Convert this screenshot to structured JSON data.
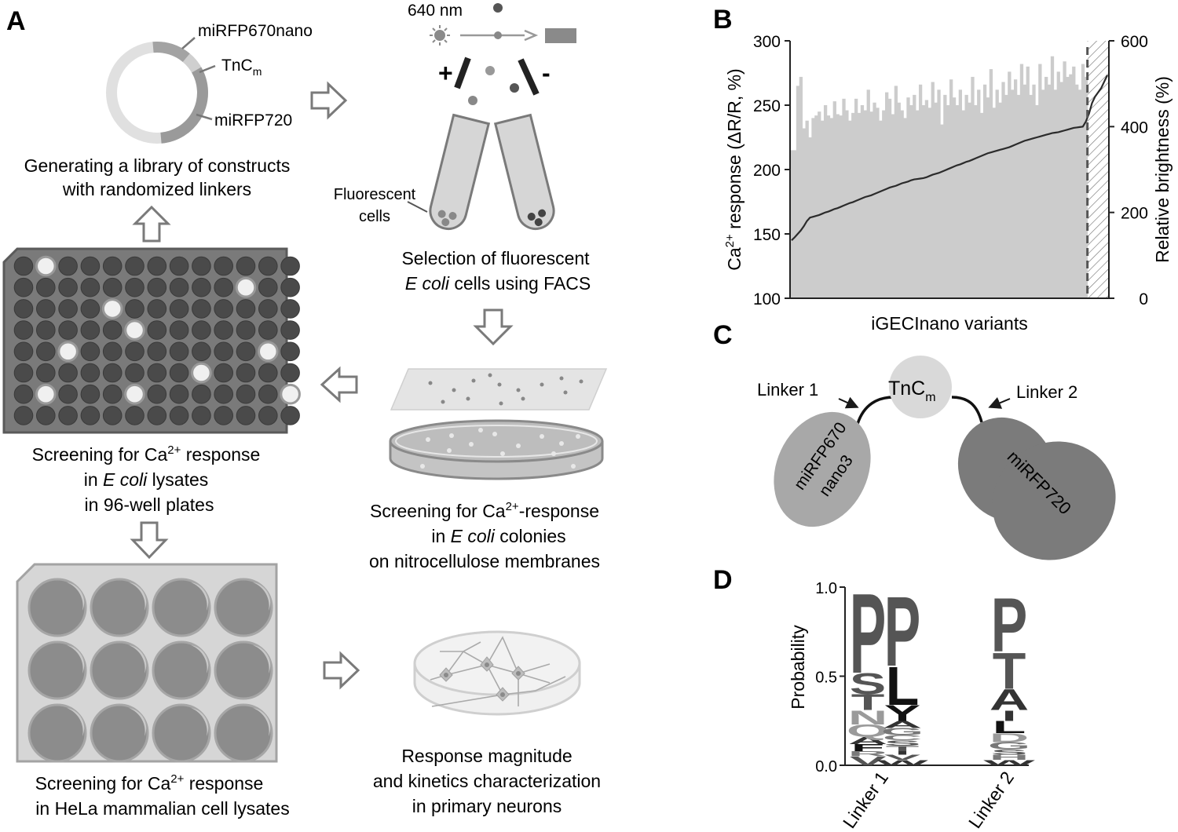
{
  "panel_letters": {
    "a": "A",
    "b": "B",
    "c": "C",
    "d": "D"
  },
  "colors": {
    "dark": "#6b6b6b",
    "mid": "#9e9e9e",
    "light": "#cfcfcf",
    "pale": "#e6e6e6",
    "line": "#2b2b2b",
    "bar": "#cccccc"
  },
  "panel_a": {
    "plasmid_labels": {
      "mirfp670": "miRFP670nano",
      "tnc": "TnC",
      "tnc_sub": "m",
      "mirfp720": "miRFP720"
    },
    "library_caption": [
      "Generating a library of constructs",
      "with randomized linkers"
    ],
    "laser_label": "640 nm",
    "plus": "+",
    "minus": "-",
    "fluorescent_label": [
      "Fluorescent",
      "cells"
    ],
    "facs_caption": {
      "line1": "Selection of fluorescent",
      "line2_italic": "E coli",
      "line2_rest": " cells using FACS"
    },
    "colony_caption": {
      "line1_a": "Screening for Ca",
      "line1_sup": "2+",
      "line1_b": "-response",
      "line2_a": "in ",
      "line2_italic": "E coli",
      "line2_b": " colonies",
      "line3": "on nitrocellulose membranes"
    },
    "lysate_caption": {
      "line1_a": "Screening for Ca",
      "line1_sup": "2+",
      "line1_b": " response",
      "line2_a": "in ",
      "line2_italic": "E coli",
      "line2_b": " lysates",
      "line3": "in 96-well plates"
    },
    "hela_caption": {
      "line1_a": "Screening for Ca",
      "line1_sup": "2+",
      "line1_b": " response",
      "line2": "in HeLa mammalian cell lysates"
    },
    "neuron_caption": [
      "Response magnitude",
      "and kinetics characterization",
      "in primary neurons"
    ]
  },
  "chart_data": {
    "type": "bar",
    "xlabel": "iGECInano variants",
    "ylabel_left": {
      "a": "Ca",
      "sup": "2+",
      "b": " response (ΔR/R, %)"
    },
    "ylabel_right": "Relative brightness (%)",
    "ylim_left": [
      100,
      300
    ],
    "ylim_right": [
      0,
      600
    ],
    "yticks_left": [
      "100",
      "150",
      "200",
      "250",
      "300"
    ],
    "yticks_right": [
      "0",
      "200",
      "400",
      "600"
    ],
    "series": [
      {
        "role": "bars",
        "axis": "left",
        "values": [
          215,
          215,
          265,
          272,
          232,
          238,
          225,
          240,
          242,
          245,
          238,
          250,
          242,
          240,
          253,
          243,
          242,
          255,
          246,
          238,
          244,
          255,
          244,
          250,
          246,
          262,
          245,
          252,
          248,
          238,
          246,
          260,
          255,
          243,
          265,
          252,
          246,
          240,
          256,
          250,
          258,
          246,
          266,
          250,
          254,
          248,
          268,
          252,
          262,
          235,
          258,
          250,
          270,
          256,
          250,
          262,
          246,
          258,
          252,
          272,
          250,
          262,
          244,
          266,
          256,
          278,
          248,
          262,
          252,
          268,
          258,
          276,
          262,
          270,
          258,
          282,
          266,
          280,
          258,
          266,
          250,
          282,
          262,
          272,
          266,
          288,
          262,
          276,
          268,
          284,
          272,
          274,
          280,
          266,
          262,
          282,
          272,
          276,
          258,
          272,
          266,
          276,
          296,
          268
        ]
      },
      {
        "role": "line",
        "axis": "right",
        "values": [
          135,
          142,
          150,
          158,
          168,
          180,
          188,
          190,
          192,
          194,
          197,
          200,
          202,
          205,
          208,
          210,
          213,
          216,
          219,
          222,
          224,
          227,
          230,
          233,
          236,
          238,
          240,
          243,
          246,
          249,
          252,
          255,
          258,
          260,
          262,
          265,
          268,
          270,
          272,
          275,
          277,
          278,
          279,
          280,
          282,
          285,
          288,
          290,
          292,
          295,
          298,
          301,
          304,
          307,
          310,
          312,
          315,
          318,
          320,
          323,
          326,
          329,
          332,
          335,
          338,
          340,
          342,
          344,
          346,
          348,
          350,
          352,
          355,
          358,
          361,
          364,
          367,
          369,
          371,
          373,
          375,
          377,
          379,
          381,
          383,
          385,
          386,
          387,
          389,
          391,
          393,
          395,
          397,
          398,
          399,
          400,
          412,
          430,
          455,
          470,
          480,
          490,
          505,
          520
        ]
      }
    ],
    "cutoff_index": 97
  },
  "panel_c": {
    "linker1": "Linker 1",
    "linker2": "Linker 2",
    "tnc": "TnC",
    "tnc_sub": "m",
    "mirfp670_lines": [
      "miRFP670",
      "nano3"
    ],
    "mirfp720": "miRFP720"
  },
  "panel_d": {
    "ylabel": "Probability",
    "yticks": [
      "0.0",
      "0.5",
      "1.0"
    ],
    "xticks": [
      "Linker 1",
      "Linker 2"
    ],
    "logo": [
      {
        "position": 1,
        "letters": [
          [
            "P",
            0.46
          ],
          [
            "S",
            0.12
          ],
          [
            "T",
            0.09
          ],
          [
            "N",
            0.08
          ],
          [
            "Q",
            0.07
          ],
          [
            "A",
            0.04
          ],
          [
            "F",
            0.04
          ],
          [
            "R",
            0.03
          ],
          [
            "V",
            0.05
          ]
        ]
      },
      {
        "position": 2,
        "letters": [
          [
            "P",
            0.4
          ],
          [
            "L",
            0.22
          ],
          [
            "Y",
            0.09
          ],
          [
            "A",
            0.04
          ],
          [
            "G",
            0.04
          ],
          [
            "C",
            0.03
          ],
          [
            "S",
            0.03
          ],
          [
            "T",
            0.03
          ],
          [
            "I",
            0.02
          ],
          [
            "V",
            0.03
          ],
          [
            "W",
            0.03
          ]
        ]
      },
      {
        "position": 3,
        "letters": [
          [
            "P",
            0.31
          ],
          [
            "T",
            0.21
          ],
          [
            "A",
            0.12
          ],
          [
            "I",
            0.06
          ],
          [
            "L",
            0.07
          ],
          [
            "D",
            0.05
          ],
          [
            "G",
            0.04
          ],
          [
            "S",
            0.03
          ],
          [
            "H",
            0.03
          ],
          [
            "W",
            0.03
          ]
        ]
      }
    ]
  }
}
